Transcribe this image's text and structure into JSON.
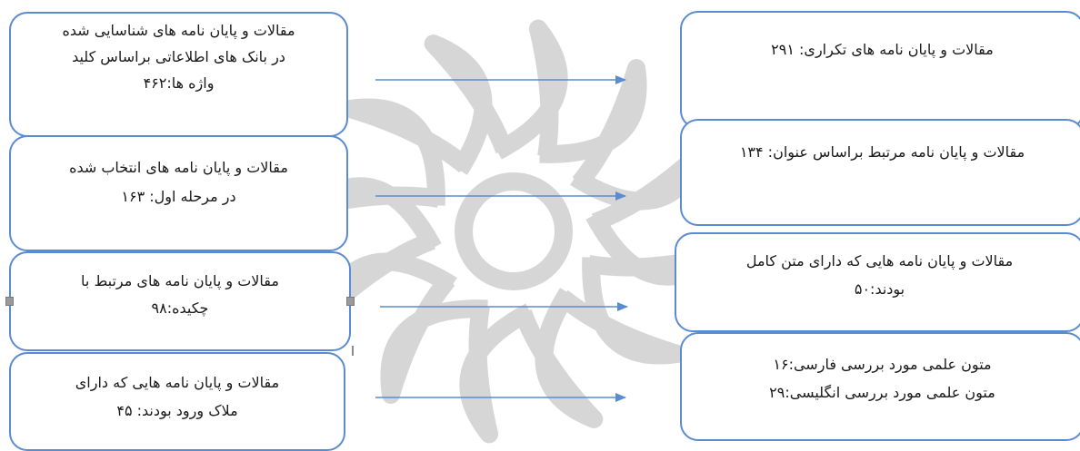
{
  "flow": {
    "left": [
      {
        "lines": [
          "مقالات و پایان نامه های شناسایی شده",
          "در بانک های اطلاعاتی براساس کلید",
          "واژه ها:۴۶۲"
        ]
      },
      {
        "lines": [
          "مقالات  و پایان نامه های انتخاب شده",
          "در مرحله اول: ۱۶۳"
        ]
      },
      {
        "lines": [
          "مقالات و پایان نامه های مرتبط با",
          "چکیده:۹۸"
        ]
      },
      {
        "lines": [
          "مقالات و پایان نامه هایی که دارای",
          "ملاک ورود بودند: ۴۵"
        ]
      }
    ],
    "right": [
      {
        "lines": [
          "مقالات و پایان نامه های تکراری: ۲۹۱"
        ]
      },
      {
        "lines": [
          "مقالات و پایان نامه مرتبط براساس عنوان: ۱۳۴"
        ]
      },
      {
        "lines": [
          "مقالات و پایان نامه هایی که دارای متن کامل",
          "بودند:۵۰"
        ]
      },
      {
        "lines": [
          "متون علمی مورد بررسی فارسی:۱۶",
          "متون علمی مورد بررسی انگلیسی:۲۹"
        ]
      }
    ]
  },
  "colors": {
    "border": "#5b8bd0",
    "arrow": "#5b8bd0",
    "watermark": "#d6d6d6"
  }
}
